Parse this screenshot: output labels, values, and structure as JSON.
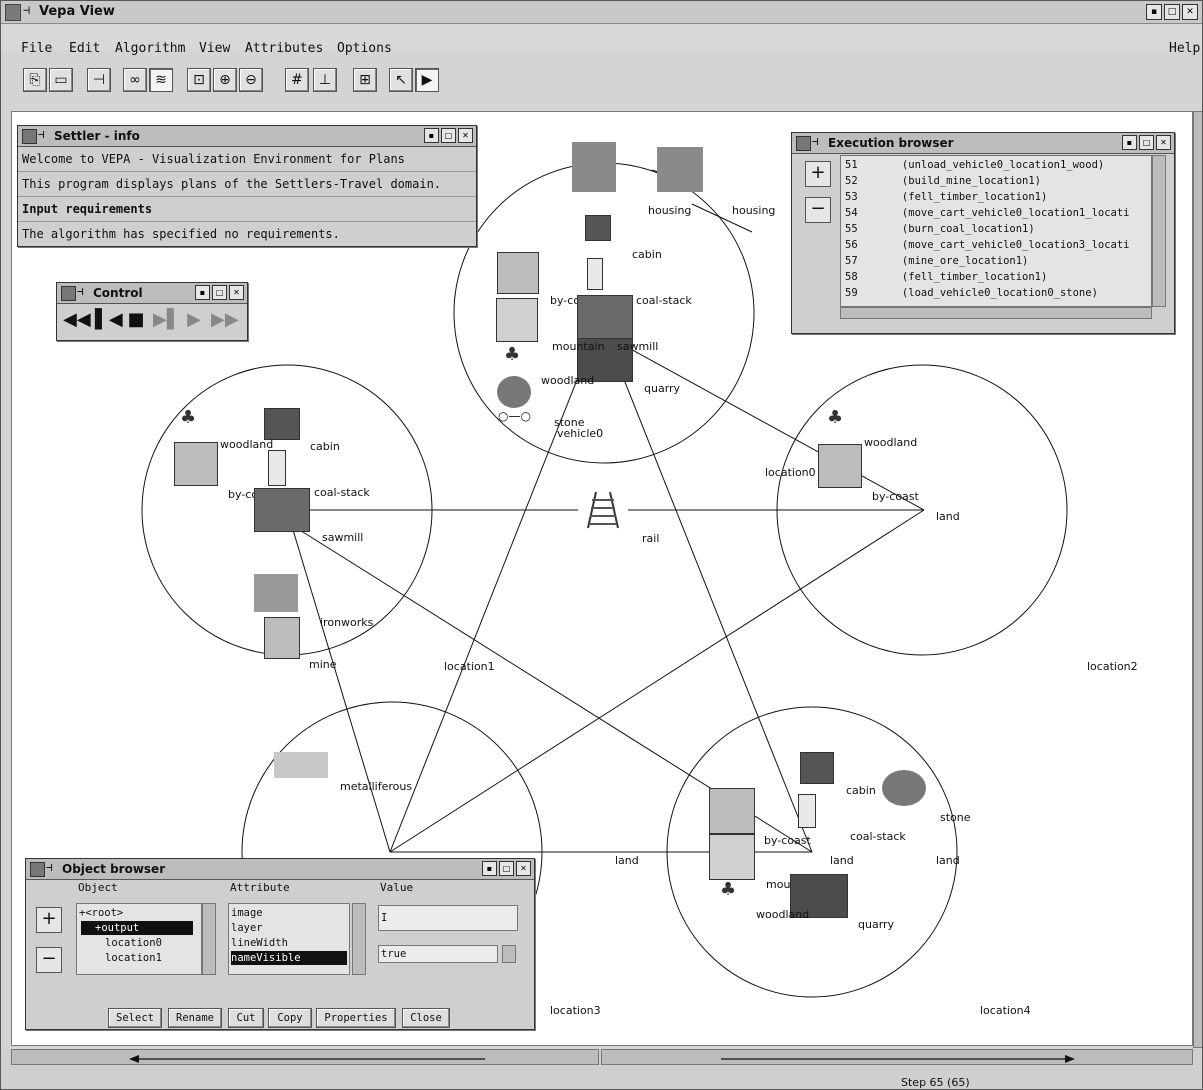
{
  "window": {
    "title": "Vepa View"
  },
  "menu": [
    "File",
    "Edit",
    "Algorithm",
    "View",
    "Attributes",
    "Options"
  ],
  "menu_help": "Help",
  "toolbar_icons": [
    "open-file-icon",
    "save-icon",
    "plug-icon",
    "layout-graph-icon",
    "layout-list-icon",
    "zoom-fit-icon",
    "zoom-in-icon",
    "zoom-out-icon",
    "grid-icon",
    "ruler-icon",
    "snap-icon",
    "select-arrow-icon",
    "play-mode-icon"
  ],
  "canvas": {
    "labels": {
      "housing1": "housing",
      "housing2": "housing",
      "top_cabin": "cabin",
      "top_bycoast": "by-coast",
      "top_coalstack": "coal-stack",
      "top_mountain": "mountain",
      "top_sawmill": "sawmill",
      "top_woodland": "woodland",
      "top_quarry": "quarry",
      "top_stone": "stone",
      "top_vehicle0": "vehicle0",
      "l1_woodland": "woodland",
      "l1_cabin": "cabin",
      "l1_bycoast": "by-coast",
      "l1_coalstack": "coal-stack",
      "l1_sawmill": "sawmill",
      "l1_ironworks": "ironworks",
      "l1_mine": "mine",
      "location1": "location1",
      "rail": "rail",
      "l0_woodland": "woodland",
      "location0": "location0",
      "l0_bycoast": "by-coast",
      "l0_land": "land",
      "location2": "location2",
      "metalliferous": "metalliferous",
      "land_mid": "land",
      "l4_cabin": "cabin",
      "l4_stone": "stone",
      "l4_bycoast": "by-coast",
      "l4_coalstack": "coal-stack",
      "l4_land_overlap": "land",
      "l4_land": "land",
      "l4_mountain": "mountain",
      "l4_woodland": "woodland",
      "l4_quarry": "quarry",
      "location3": "location3",
      "location4": "location4"
    }
  },
  "settler_info": {
    "title": "Settler - info",
    "lines": [
      "Welcome to VEPA - Visualization Environment for Plans",
      "This program displays plans of the Settlers-Travel domain.",
      "Input requirements",
      "The algorithm has specified no requirements."
    ]
  },
  "control": {
    "title": "Control"
  },
  "execution_browser": {
    "title": "Execution browser",
    "rows": [
      {
        "n": "51",
        "action": "(unload_vehicle0_location1_wood)"
      },
      {
        "n": "52",
        "action": "(build_mine_location1)"
      },
      {
        "n": "53",
        "action": "(fell_timber_location1)"
      },
      {
        "n": "54",
        "action": "(move_cart_vehicle0_location1_locati"
      },
      {
        "n": "55",
        "action": "(burn_coal_location1)"
      },
      {
        "n": "56",
        "action": "(move_cart_vehicle0_location3_locati"
      },
      {
        "n": "57",
        "action": "(mine_ore_location1)"
      },
      {
        "n": "58",
        "action": "(fell_timber_location1)"
      },
      {
        "n": "59",
        "action": "(load_vehicle0_location0_stone)"
      }
    ]
  },
  "object_browser": {
    "title": "Object browser",
    "col_object": "Object",
    "col_attribute": "Attribute",
    "col_value": "Value",
    "objects": [
      "+<root>",
      "+output",
      "location0",
      "location1"
    ],
    "attributes": [
      "image",
      "layer",
      "lineWidth",
      "nameVisible"
    ],
    "value_text": "I",
    "value_select": "true",
    "buttons": [
      "Select",
      "Rename",
      "Cut",
      "Copy",
      "Properties",
      "Close"
    ]
  },
  "status": "Step 65 (65)"
}
